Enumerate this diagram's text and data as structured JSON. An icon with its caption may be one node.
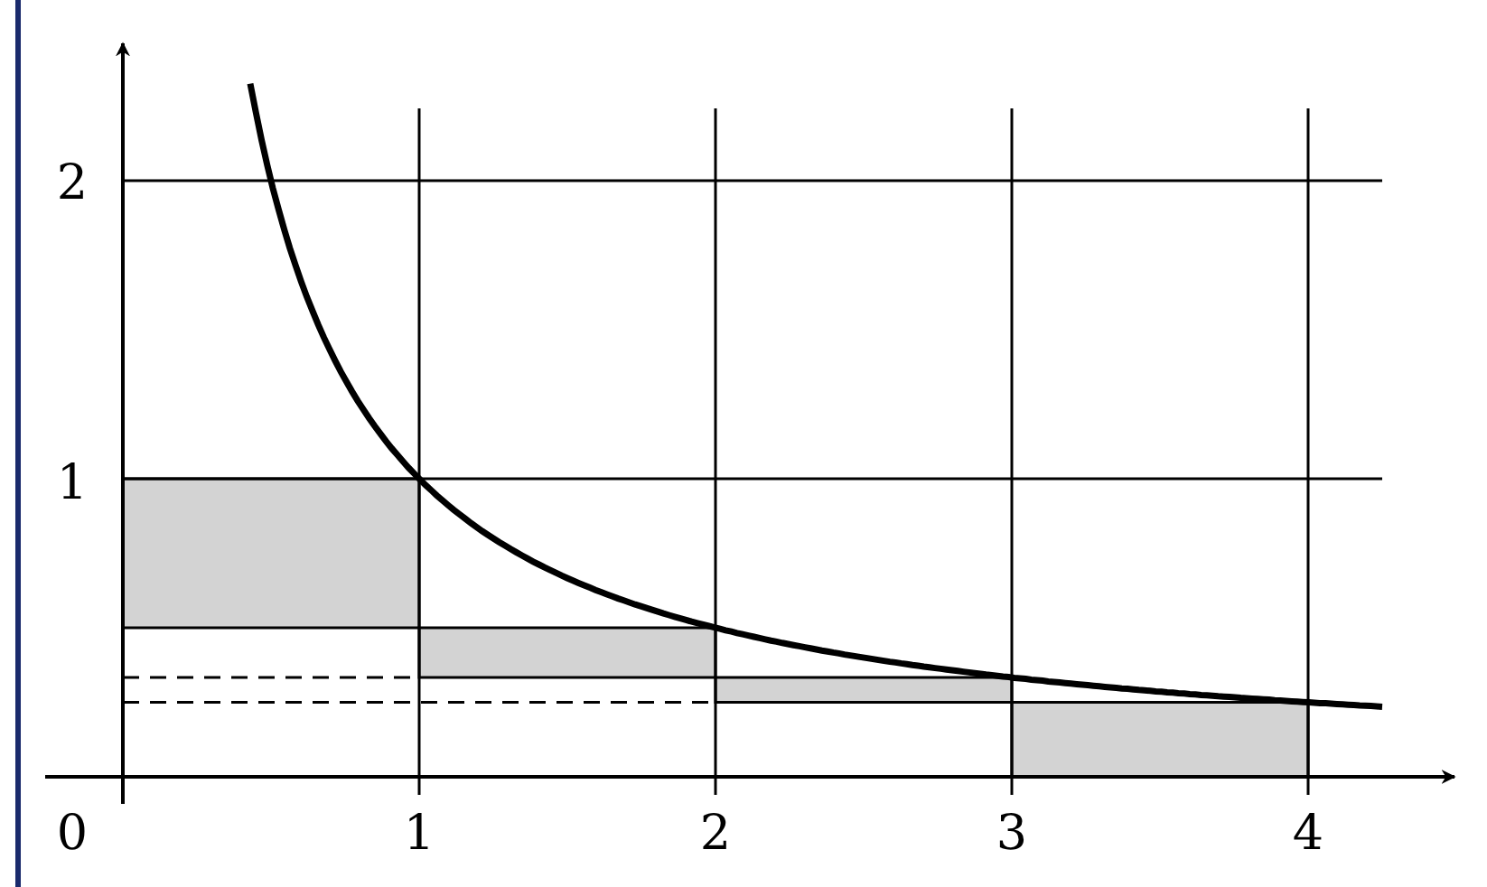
{
  "diagram": {
    "labels": [
      "2",
      "1",
      "0",
      "1",
      "2",
      "3",
      "4"
    ]
  }
}
